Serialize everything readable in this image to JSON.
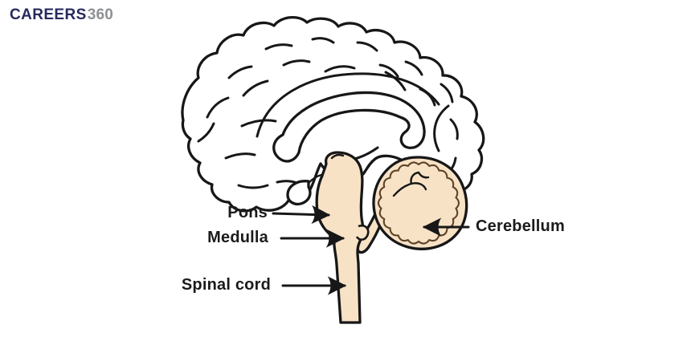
{
  "theme": {
    "--bg": "#ffffff",
    "--outline": "#171717",
    "--highlight": "#f8e2c6",
    "--scallop": "#5d4326",
    "--label": "#1b1b1b",
    "--logo-primary": "#262a5e",
    "--logo-secondary": "#8e9093"
  },
  "logo": {
    "primary": "CAREERS",
    "secondary": "360"
  },
  "diagram": {
    "labels": {
      "pons": "Pons",
      "medulla": "Medulla",
      "spinal_cord": "Spinal cord",
      "cerebellum": "Cerebellum"
    }
  }
}
